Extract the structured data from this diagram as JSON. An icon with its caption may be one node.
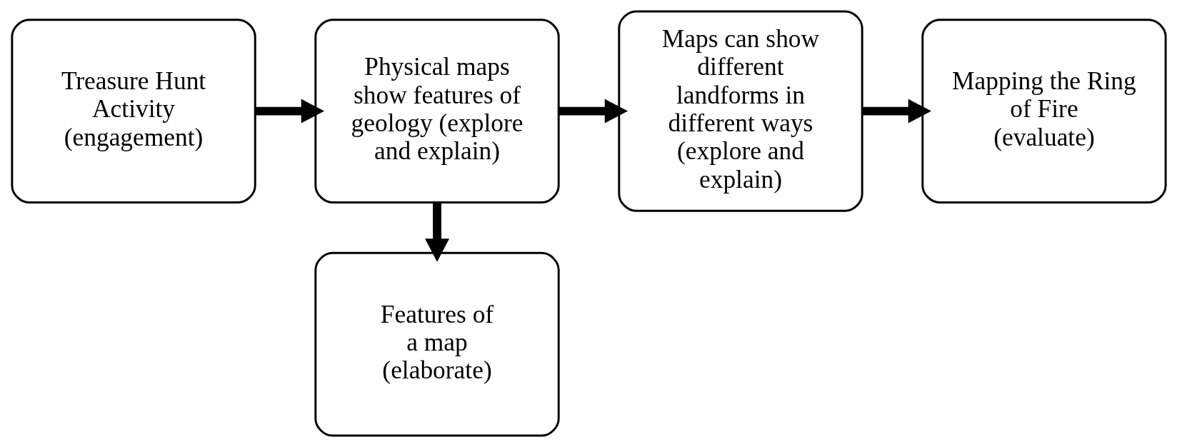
{
  "diagram": {
    "nodes": [
      {
        "text": [
          "Treasure Hunt Activity (engagement)"
        ]
      },
      {
        "text": [
          "Physical maps show features of geology (explore and explain)"
        ]
      },
      {
        "text": [
          "Maps can show different landforms in different ways (explore and explain)"
        ]
      },
      {
        "text": [
          "Mapping the Ring of Fire (evaluate)"
        ]
      },
      {
        "text": [
          "Features of a map (elaborate)"
        ]
      }
    ],
    "edges": [
      {
        "from": 0,
        "to": 1,
        "arrow": "to"
      },
      {
        "from": 1,
        "to": 2,
        "arrow": "to"
      },
      {
        "from": 2,
        "to": 3,
        "arrow": "to"
      },
      {
        "from": 1,
        "to": 4,
        "arrow": "to"
      }
    ]
  }
}
